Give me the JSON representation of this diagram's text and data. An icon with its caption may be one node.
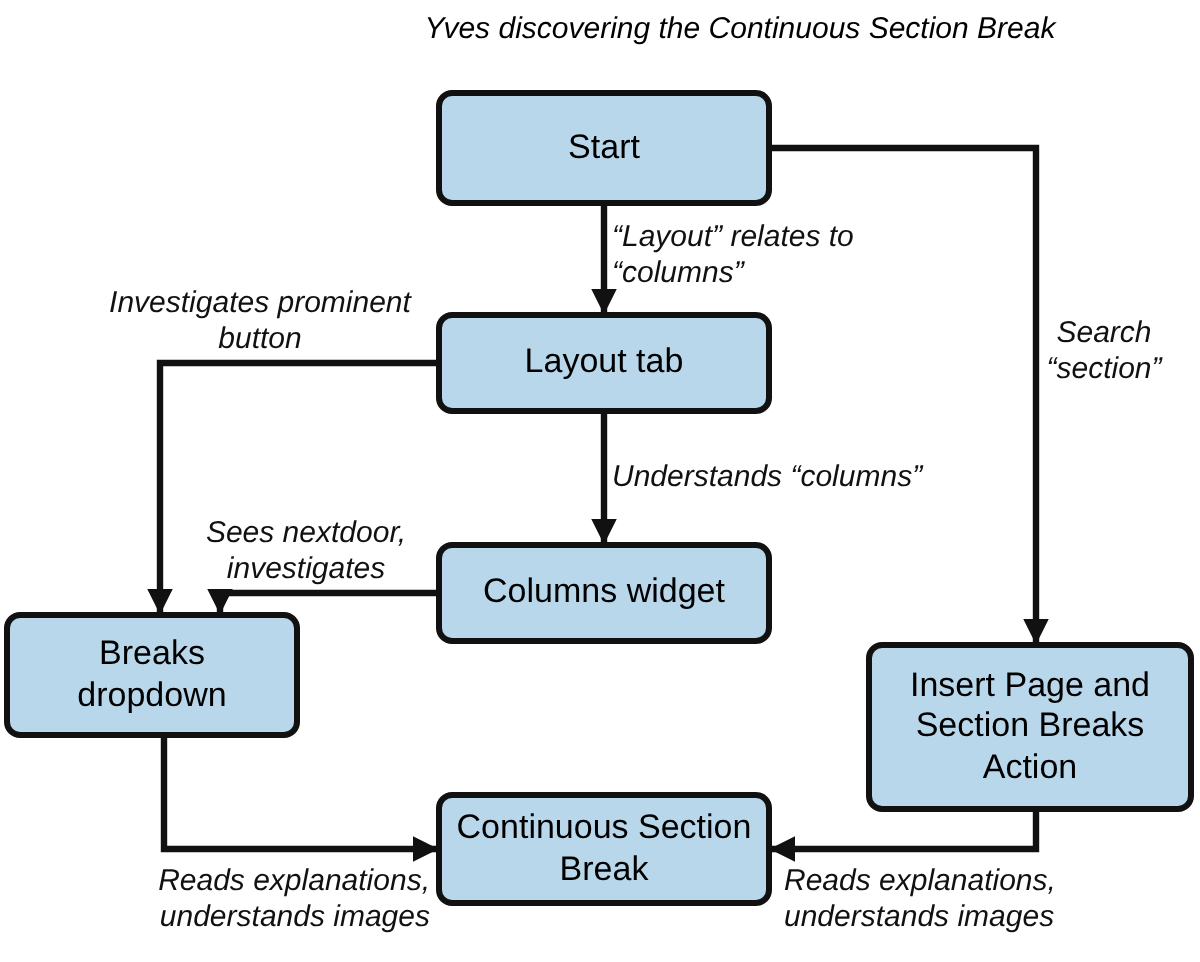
{
  "diagram": {
    "title": "Yves discovering the Continuous Section Break",
    "nodes": [
      {
        "text": [
          "Start"
        ]
      },
      {
        "text": [
          "Layout tab"
        ]
      },
      {
        "text": [
          "Columns widget"
        ]
      },
      {
        "text": [
          "Breaks dropdown"
        ]
      },
      {
        "text": [
          "Insert Page and Section Breaks Action"
        ]
      },
      {
        "text": [
          "Continuous Section Break"
        ]
      }
    ],
    "edges": [
      {
        "from": 0,
        "to": 1,
        "arrow": "to",
        "label": "“Layout” relates to “columns”"
      },
      {
        "from": 1,
        "to": 2,
        "arrow": "to",
        "label": "Understands “columns”"
      },
      {
        "from": 0,
        "to": 4,
        "arrow": "to",
        "label": "Search “section”"
      },
      {
        "from": 1,
        "to": 3,
        "arrow": "to",
        "label": "Investigates prominent button"
      },
      {
        "from": 2,
        "to": 3,
        "arrow": "to",
        "label": "Sees nextdoor, investigates"
      },
      {
        "from": 3,
        "to": 5,
        "arrow": "to",
        "label": "Reads explanations, understands images"
      },
      {
        "from": 4,
        "to": 5,
        "arrow": "to",
        "label": "Reads explanations, understands images"
      }
    ]
  }
}
